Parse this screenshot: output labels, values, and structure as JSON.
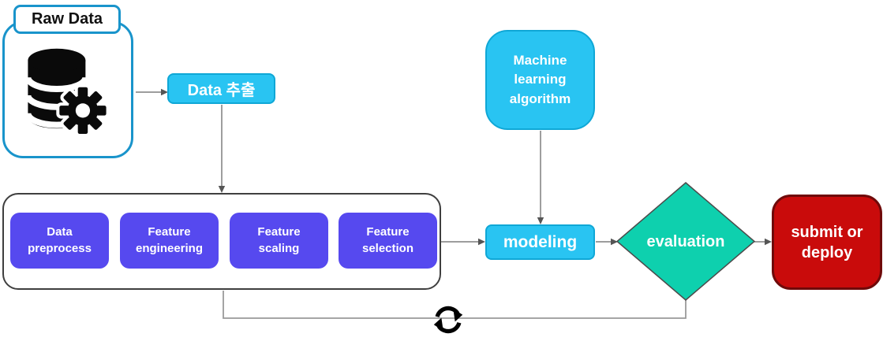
{
  "nodes": {
    "raw_data": {
      "label": "Raw Data",
      "icon": "database-gear-icon"
    },
    "data_extract": {
      "label": "Data 추출"
    },
    "pipeline": {
      "steps": [
        {
          "line1": "Data",
          "line2": "preprocess"
        },
        {
          "line1": "Feature",
          "line2": "engineering"
        },
        {
          "line1": "Feature",
          "line2": "scaling"
        },
        {
          "line1": "Feature",
          "line2": "selection"
        }
      ]
    },
    "ml_algorithm": {
      "line1": "Machine",
      "line2": "learning",
      "line3": "algorithm"
    },
    "modeling": {
      "label": "modeling"
    },
    "evaluation": {
      "label": "evaluation"
    },
    "submit_deploy": {
      "line1": "submit or",
      "line2": "deploy"
    },
    "loop": {
      "icon": "sync-refresh-icon"
    }
  },
  "colors": {
    "cyan_fill": "#29c4f2",
    "cyan_border": "#0fa7d6",
    "purple_fill": "#5649ef",
    "teal_fill": "#0ed0ae",
    "red_fill": "#c90b0b",
    "red_border": "#6f0a0a",
    "raw_data_border": "#1994cb",
    "container_border": "#3f3f3f",
    "connector_gray": "#7d7d7d",
    "icon_black": "#0a0a0a"
  }
}
